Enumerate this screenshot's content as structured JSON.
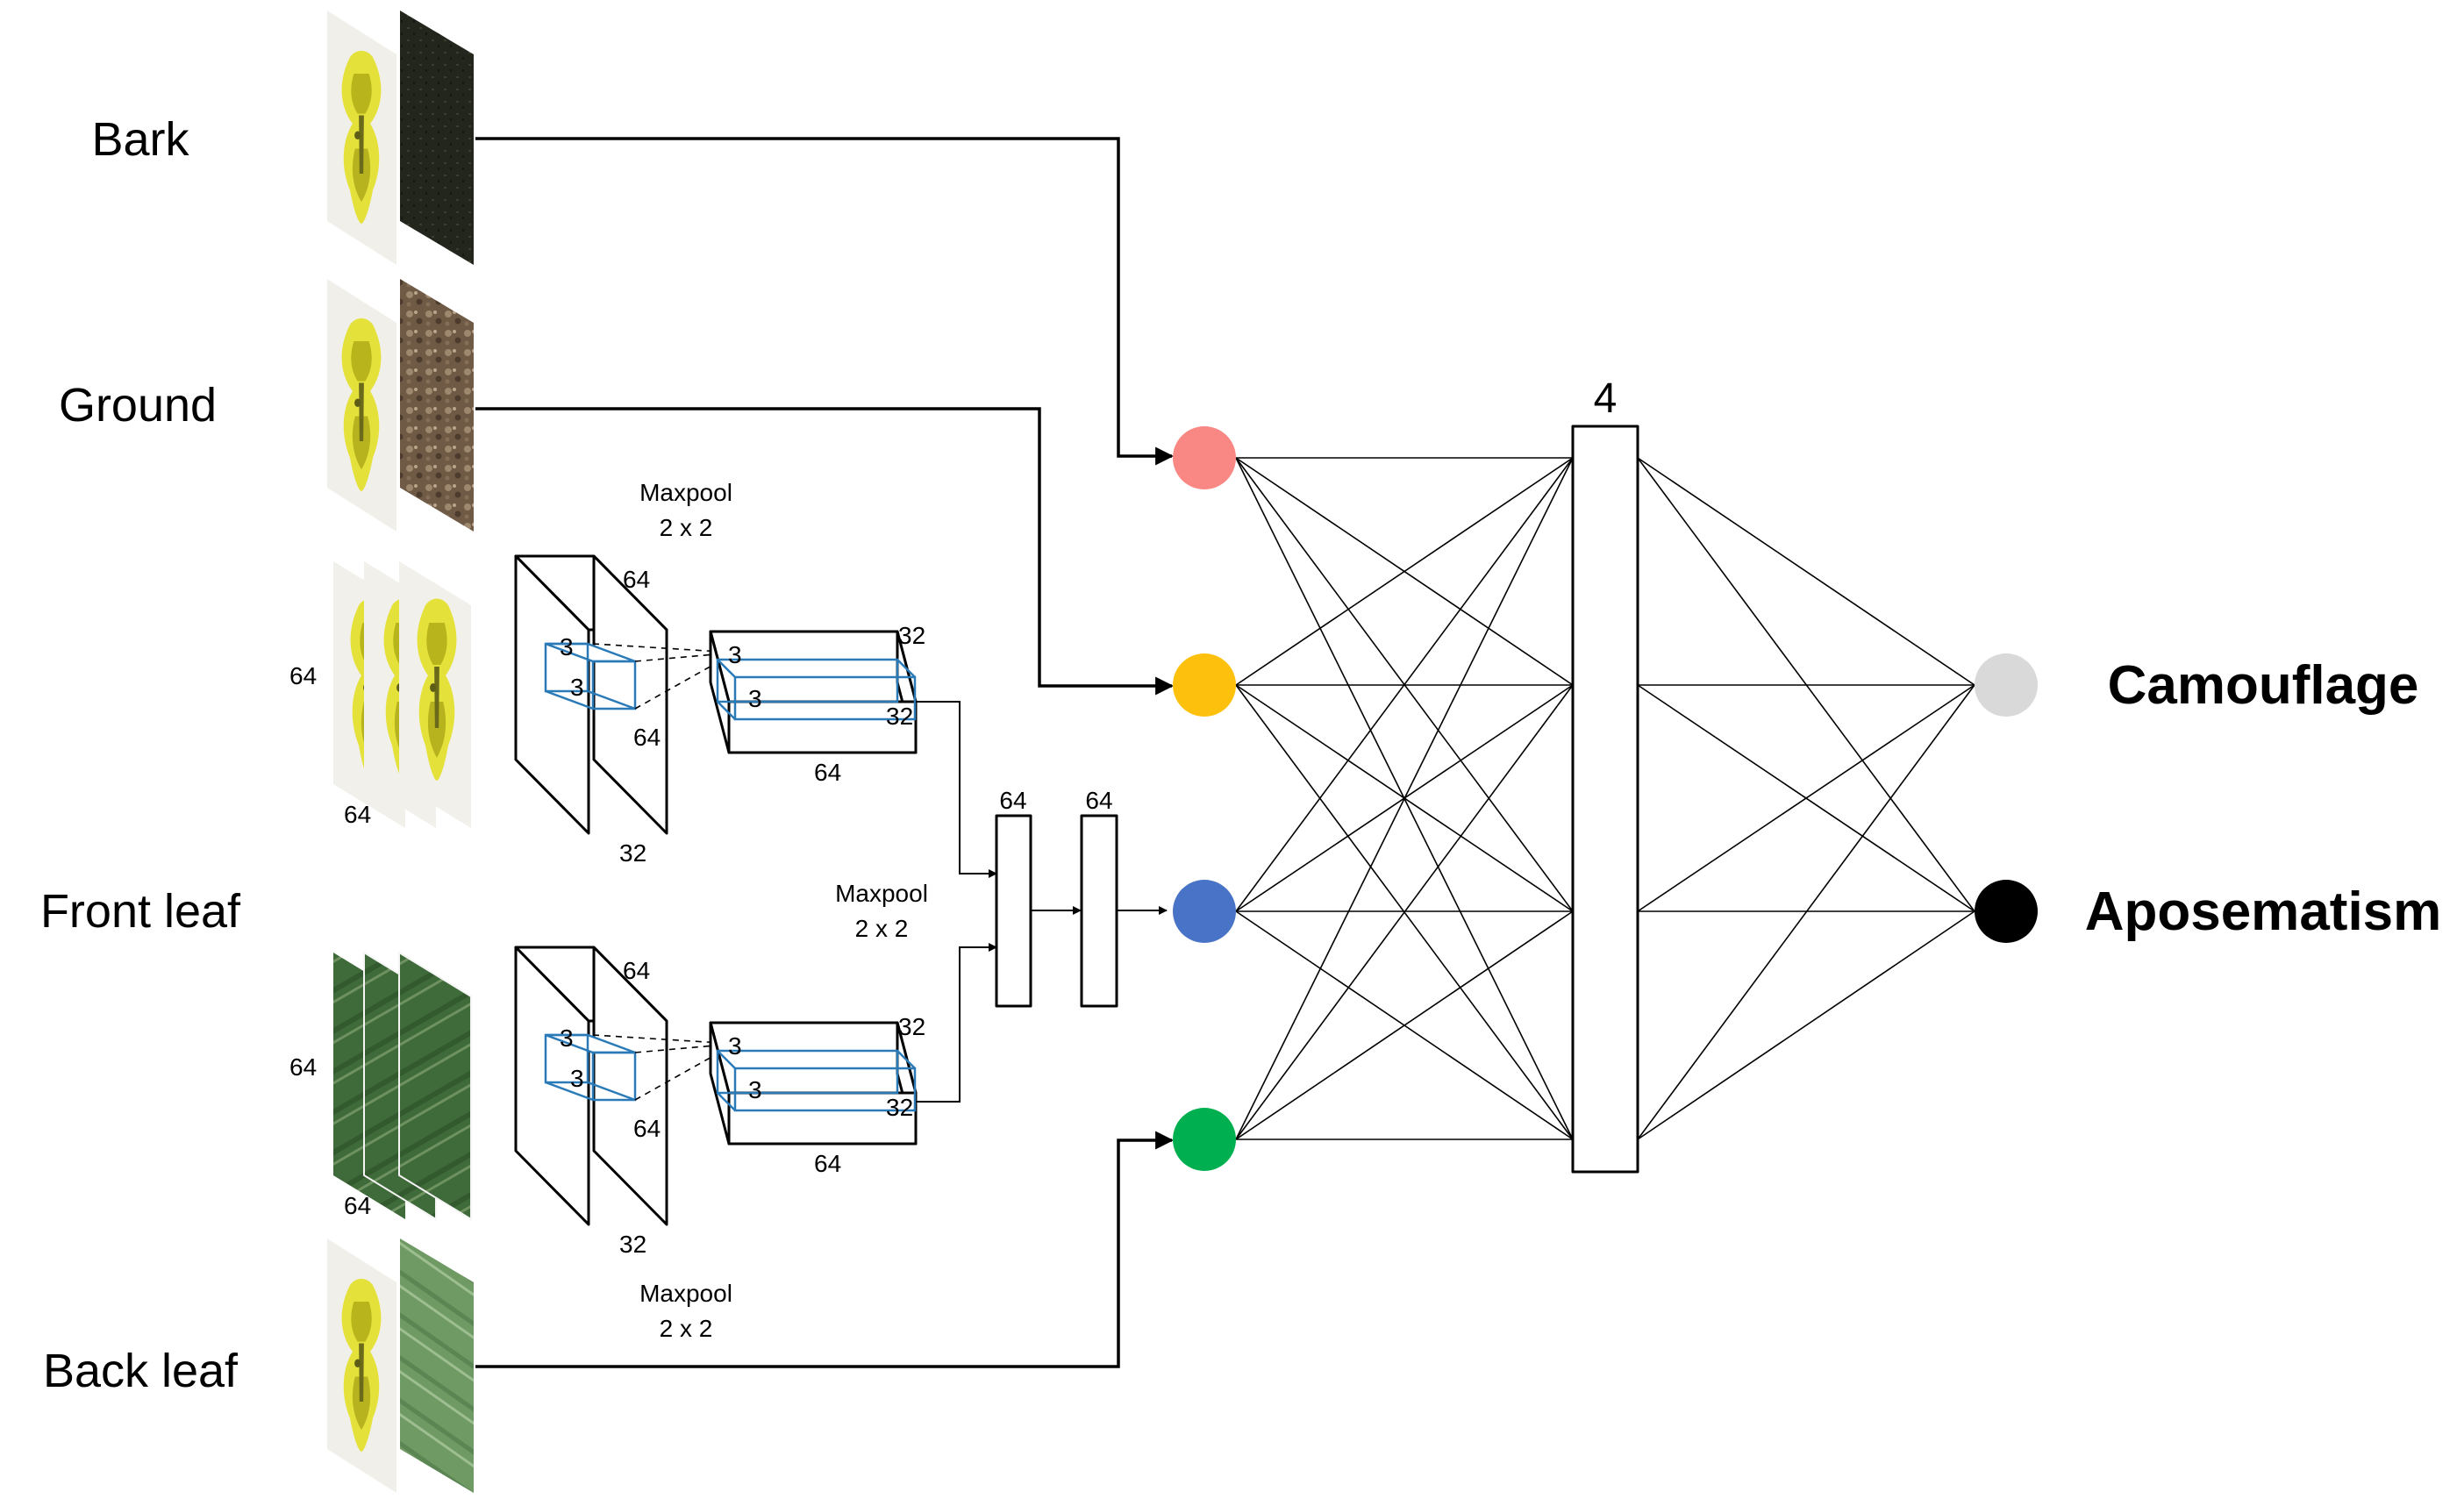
{
  "inputs": {
    "bark": "Bark",
    "ground": "Ground",
    "front_leaf": "Front leaf",
    "back_leaf": "Back leaf"
  },
  "outputs": {
    "camouflage": "Camouflage",
    "aposematism": "Aposematism"
  },
  "maxpool": {
    "top": {
      "line1": "Maxpool",
      "line2": "2 x 2"
    },
    "middle": {
      "line1": "Maxpool",
      "line2": "2 x 2"
    },
    "bottom": {
      "line1": "Maxpool",
      "line2": "2 x 2"
    }
  },
  "dims": {
    "input_size": "64",
    "conv_depth": "64",
    "conv_size": "64",
    "conv_width": "32",
    "kernel_size": "3",
    "pool_depth": "32",
    "pool_size": "32",
    "pool_width": "64",
    "dense_1": "64",
    "dense_2": "64",
    "hidden": "4"
  },
  "colors": {
    "node_bark": "#f98783",
    "node_ground": "#fdc00c",
    "node_front_leaf": "#4873c6",
    "node_back_leaf": "#00b050",
    "node_camouflage": "#d9d9d9",
    "node_aposematism": "#000000",
    "kernel": "#2a7ab8"
  },
  "icons": {
    "moth": "moth-icon",
    "bark_patch": "bark-texture-icon",
    "ground_patch": "ground-texture-icon",
    "leaf_patch": "leaf-texture-icon"
  }
}
